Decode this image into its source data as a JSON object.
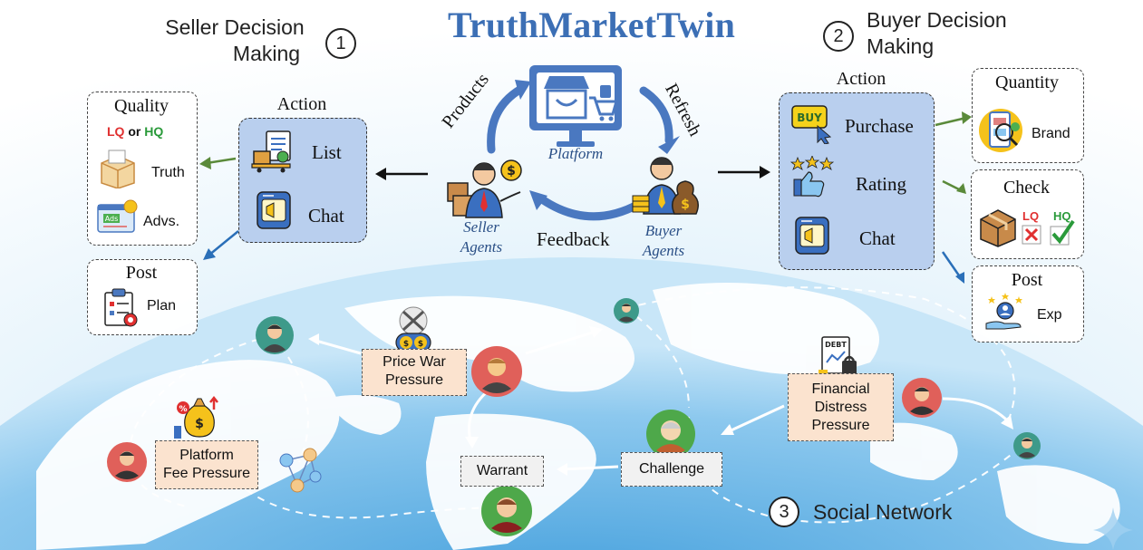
{
  "title": "TruthMarketTwin",
  "seller_section": {
    "title": "Seller Decision Making",
    "line1": "Seller Decision",
    "line2": "Making",
    "number": "1"
  },
  "buyer_section": {
    "title": "Buyer Decision Making",
    "line1": "Buyer Decision",
    "line2": "Making",
    "number": "2"
  },
  "social_section": {
    "title": "Social Network",
    "number": "3"
  },
  "center": {
    "platform": "Platform",
    "seller_agents": [
      "Seller",
      "Agents"
    ],
    "buyer_agents": [
      "Buyer",
      "Agents"
    ],
    "products": "Products",
    "refresh": "Refresh",
    "feedback": "Feedback"
  },
  "seller_action": {
    "heading": "Action",
    "items": [
      "List",
      "Chat"
    ]
  },
  "quality_box": {
    "heading": "Quality",
    "lq": "LQ",
    "or": "or",
    "hq": "HQ",
    "items": [
      "Truth",
      "Advs."
    ],
    "ads_badge": "Ads"
  },
  "post_seller": {
    "heading": "Post",
    "item": "Plan"
  },
  "buyer_action": {
    "heading": "Action",
    "items": [
      "Purchase",
      "Rating",
      "Chat"
    ],
    "buy_badge": "BUY"
  },
  "quantity_box": {
    "heading": "Quantity",
    "item": "Brand"
  },
  "check_box": {
    "heading": "Check",
    "lq": "LQ",
    "hq": "HQ"
  },
  "post_buyer": {
    "heading": "Post",
    "item": "Exp"
  },
  "pressures": {
    "price_war": [
      "Price War",
      "Pressure"
    ],
    "platform_fee": [
      "Platform",
      "Fee Pressure"
    ],
    "financial": [
      "Financial",
      "Distress",
      "Pressure"
    ],
    "debt_badge": "DEBT"
  },
  "social_labels": {
    "warrant": "Warrant",
    "challenge": "Challenge"
  },
  "colors": {
    "title": "#3c6fb5",
    "action_box": "#b9cfee",
    "pressure_box": "#fbe3cf",
    "lq": "#e03030",
    "hq": "#2a9a3a",
    "arrow_blue": "#4a78c0",
    "arrow_green": "#5a8a3a",
    "arrow_dark_blue": "#2a6fb8"
  }
}
